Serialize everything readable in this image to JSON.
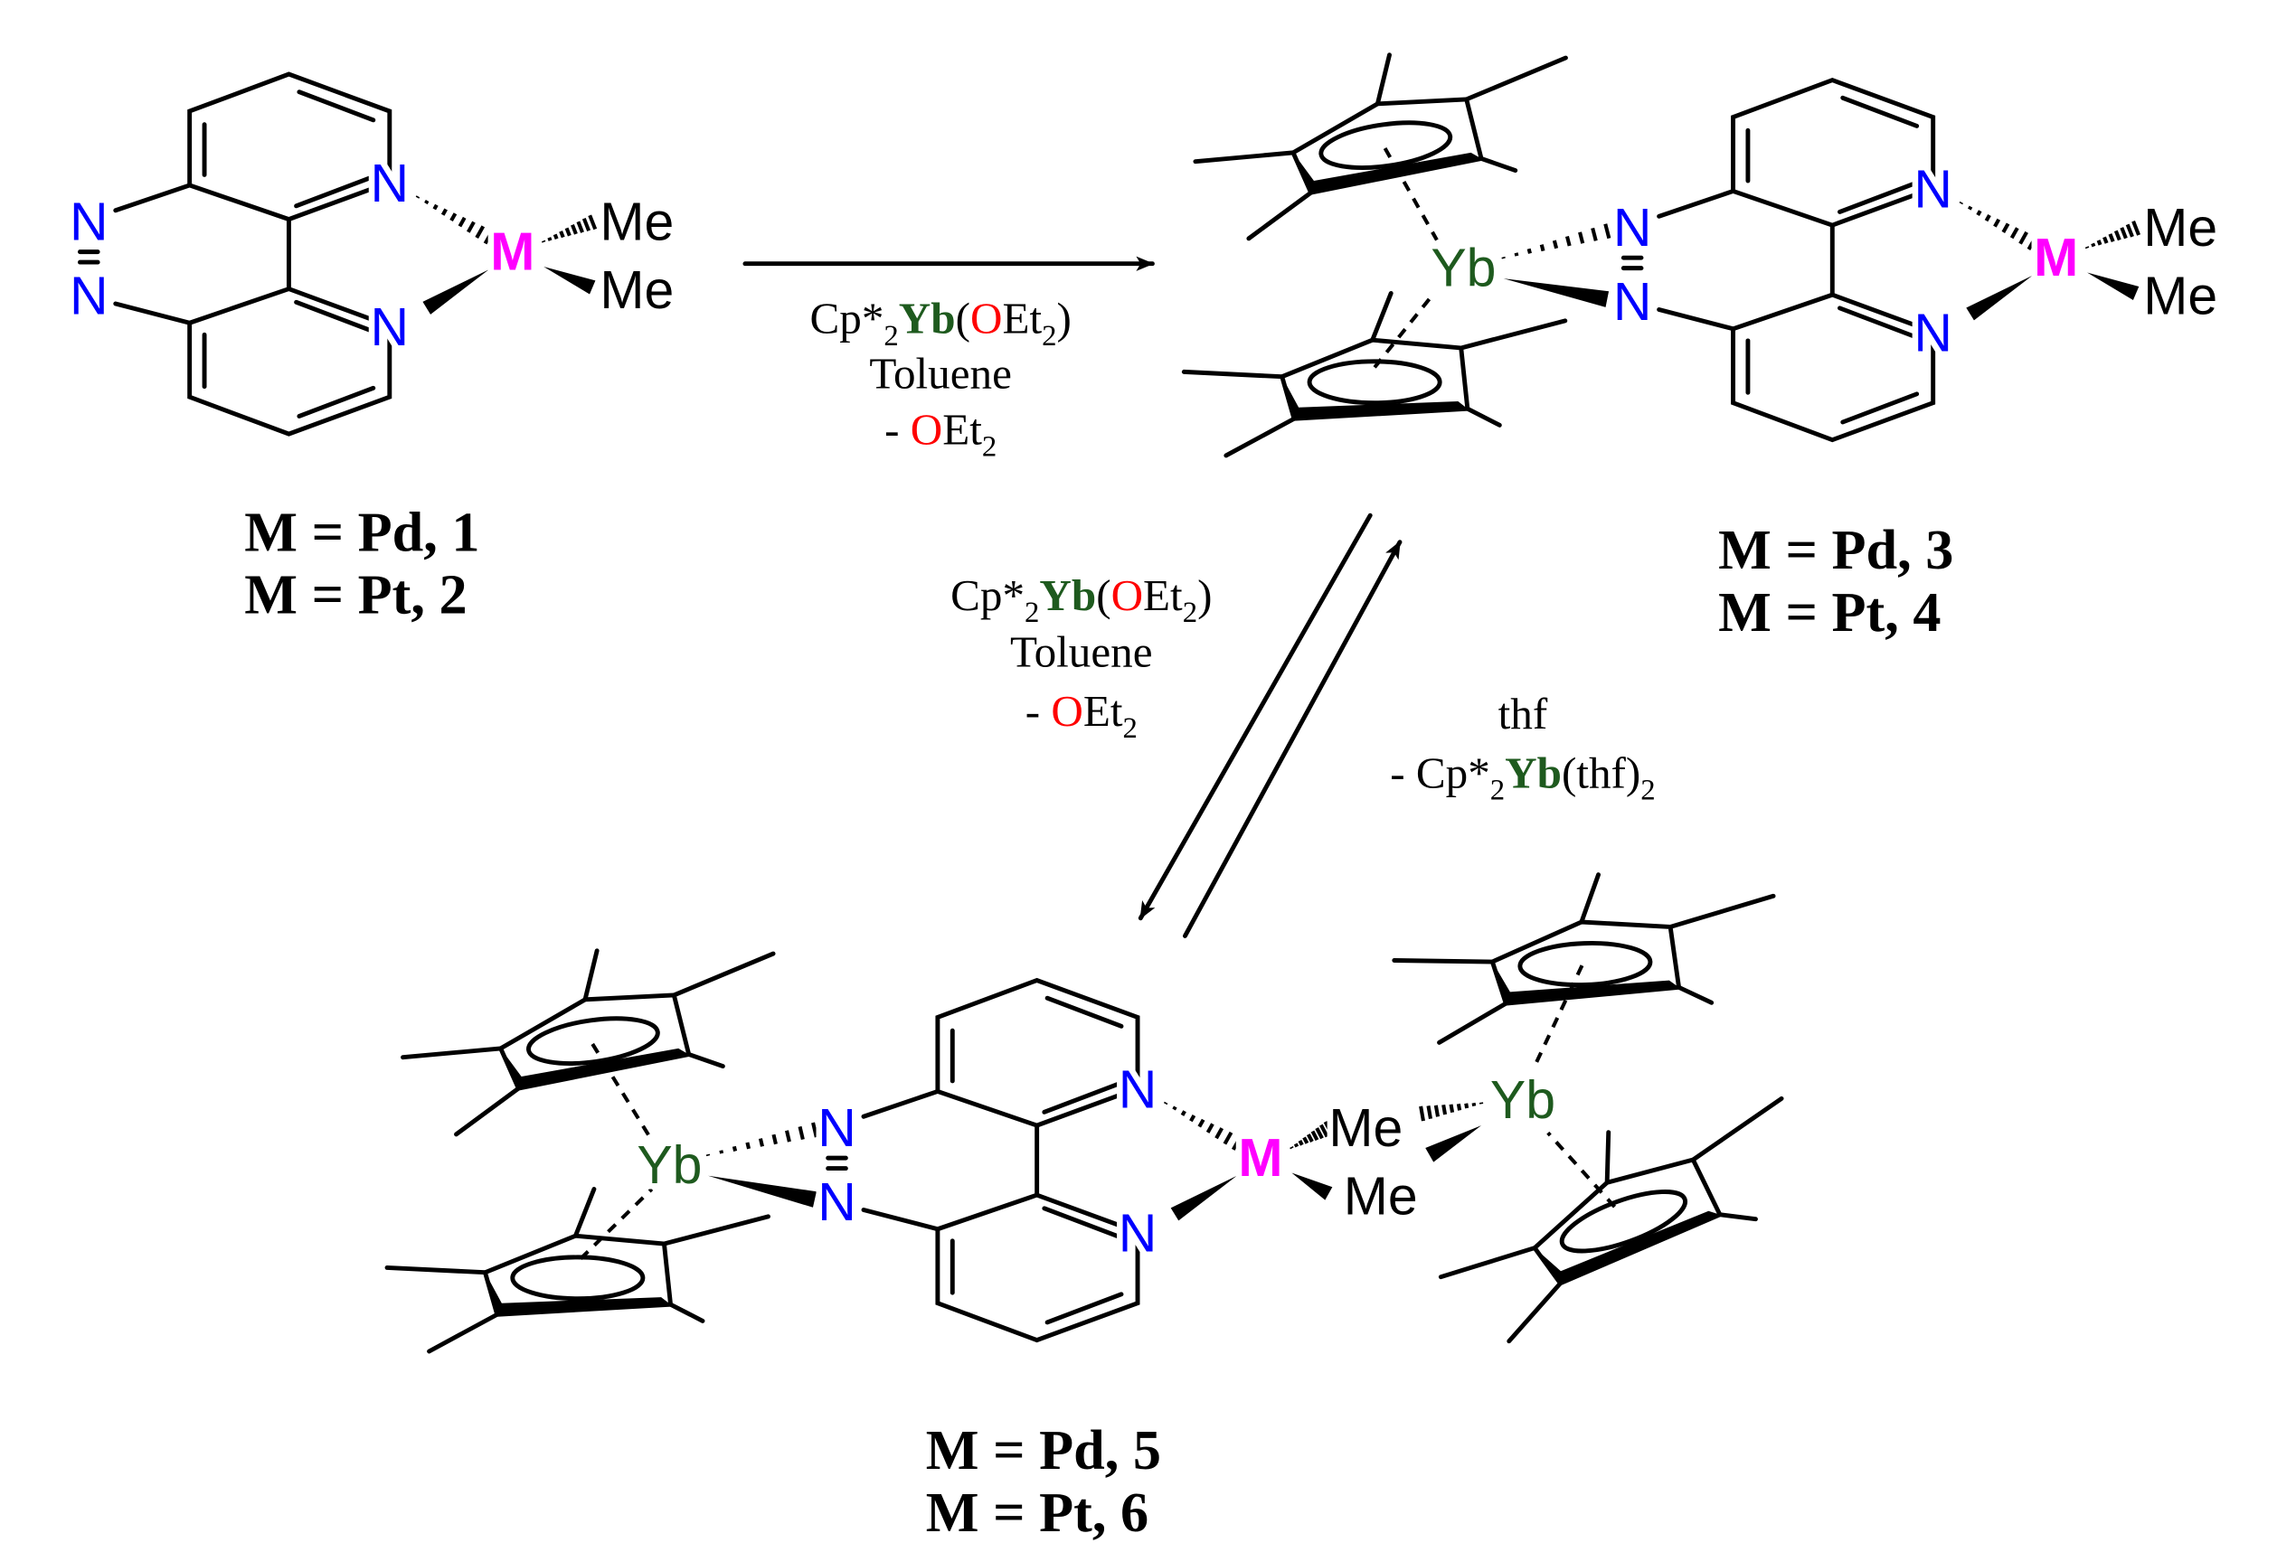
{
  "colors": {
    "nitrogen": "#0000ff",
    "metal": "#ff00ff",
    "ytterbium": "#1e5a1e",
    "oxygen": "#ff0000"
  },
  "atoms": {
    "N": "N",
    "M": "M",
    "Me": "Me",
    "Yb": "Yb"
  },
  "reaction_top": {
    "reagent": {
      "cp": "Cp*",
      "sub1": "2",
      "yb": "Yb",
      "open": "(",
      "o": "O",
      "et": "Et",
      "sub2": "2",
      "close": ")"
    },
    "solvent": "Toluene",
    "byproduct": {
      "dash": "- ",
      "o": "O",
      "et": "Et",
      "sub": "2"
    }
  },
  "reaction_forward": {
    "reagent": {
      "cp": "Cp*",
      "sub1": "2",
      "yb": "Yb",
      "open": "(",
      "o": "O",
      "et": "Et",
      "sub2": "2",
      "close": ")"
    },
    "solvent": "Toluene",
    "byproduct": {
      "dash": "- ",
      "o": "O",
      "et": "Et",
      "sub": "2"
    }
  },
  "reaction_reverse": {
    "reagent": "thf",
    "byproduct": {
      "dash": "- Cp*",
      "sub1": "2",
      "yb": "Yb",
      "rest": "(thf)",
      "sub2": "2"
    }
  },
  "compounds": [
    {
      "lines": [
        "M = Pd, 1",
        "M = Pt, 2"
      ]
    },
    {
      "lines": [
        "M = Pd, 3",
        "M = Pt, 4"
      ]
    },
    {
      "lines": [
        "M = Pd, 5",
        "M = Pt, 6"
      ]
    }
  ]
}
